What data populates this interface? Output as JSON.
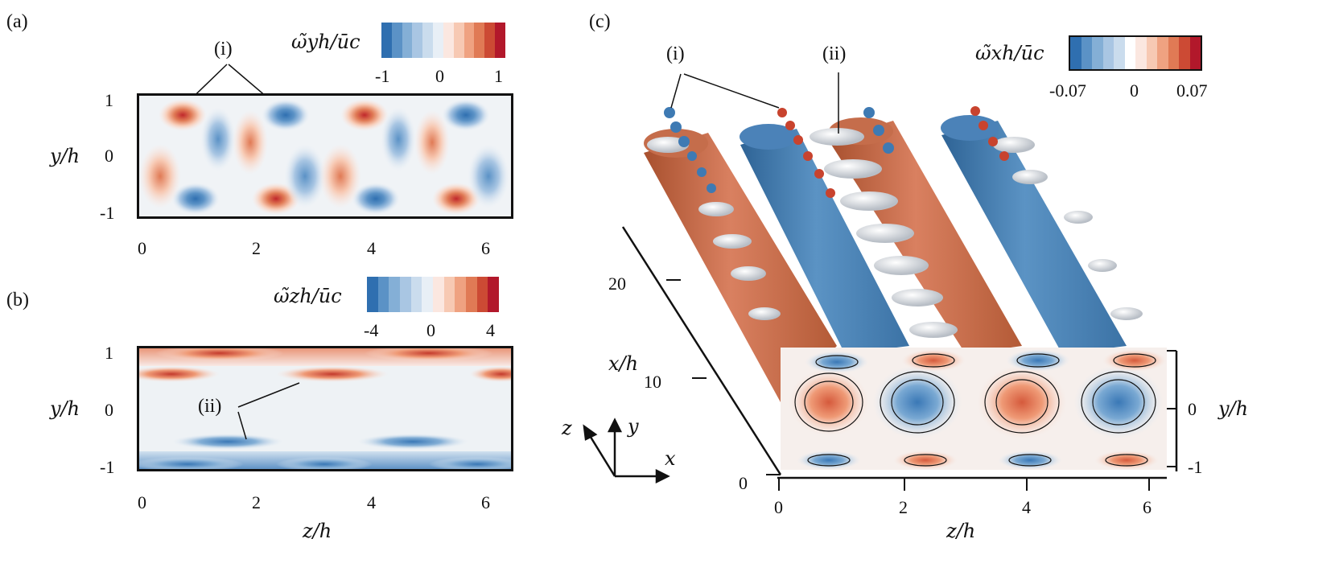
{
  "panels": {
    "a": {
      "label": "(a)",
      "colorbar": {
        "title": "ω̃yh/ūc",
        "ticks": [
          "-1",
          "0",
          "1"
        ],
        "colors": [
          "#2f6fb0",
          "#5b92c6",
          "#84afd6",
          "#a9c6e3",
          "#cadced",
          "#e8eff6",
          "#fbe7e0",
          "#f7c9b3",
          "#efa281",
          "#e07a55",
          "#cc4a34",
          "#b2182b"
        ]
      },
      "annotation": "(i)",
      "y_axis_label": "y/h",
      "y_ticks": [
        "1",
        "0",
        "-1"
      ],
      "x_ticks": [
        "0",
        "2",
        "4",
        "6"
      ]
    },
    "b": {
      "label": "(b)",
      "colorbar": {
        "title": "ω̃zh/ūc",
        "ticks": [
          "-4",
          "0",
          "4"
        ],
        "colors": [
          "#2f6fb0",
          "#5b92c6",
          "#84afd6",
          "#a9c6e3",
          "#cadced",
          "#e8eff6",
          "#fbe7e0",
          "#f7c9b3",
          "#efa281",
          "#e07a55",
          "#cc4a34",
          "#b2182b"
        ]
      },
      "annotation": "(ii)",
      "y_axis_label": "y/h",
      "y_ticks": [
        "1",
        "0",
        "-1"
      ],
      "x_ticks": [
        "0",
        "2",
        "4",
        "6"
      ],
      "x_axis_label": "z/h"
    },
    "c": {
      "label": "(c)",
      "colorbar": {
        "title": "ω̃xh/ūc",
        "ticks": [
          "-0.07",
          "0",
          "0.07"
        ],
        "colors": [
          "#2f6fb0",
          "#5b92c6",
          "#84afd6",
          "#a9c6e3",
          "#cadced",
          "#ffffff",
          "#fbe7e0",
          "#f7c9b3",
          "#efa281",
          "#e07a55",
          "#cc4a34",
          "#b2182b"
        ]
      },
      "annotations": [
        "(i)",
        "(ii)"
      ],
      "x_axis_label": "x/h",
      "x_ticks": [
        "20",
        "10",
        "0"
      ],
      "z_ticks": [
        "0",
        "2",
        "4",
        "6"
      ],
      "z_axis_label": "z/h",
      "y_ticks": [
        "0",
        "-1"
      ],
      "y_axis_label": "y/h",
      "axes_triad": [
        "z",
        "y",
        "x"
      ]
    }
  }
}
